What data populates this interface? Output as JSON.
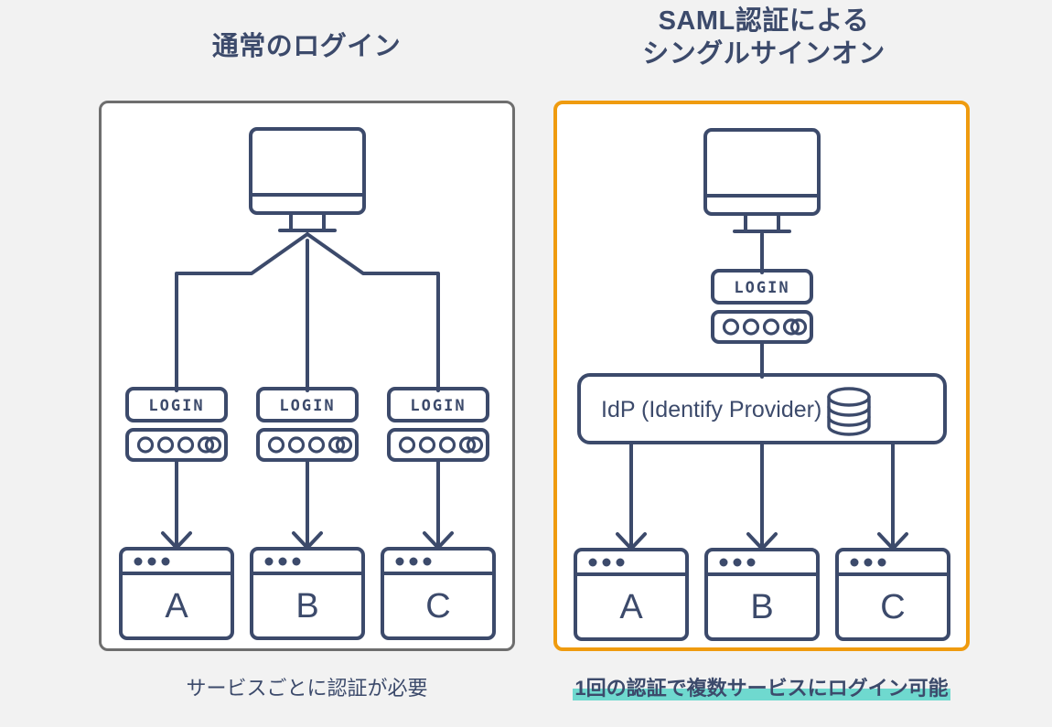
{
  "page": {
    "background_color": "#f2f2f2",
    "ink_color": "#3c4a6b",
    "accent_color": "#ef9b0f",
    "highlight_color": "#6fd9cf",
    "panel_border_left": "#6e6e6e"
  },
  "left": {
    "title": "通常のログイン",
    "caption": "サービスごとに認証が必要",
    "login_boxes": [
      {
        "label": "LOGIN",
        "dots": 5
      },
      {
        "label": "LOGIN",
        "dots": 5
      },
      {
        "label": "LOGIN",
        "dots": 5
      }
    ],
    "services": [
      {
        "letter": "A",
        "dots": 3
      },
      {
        "letter": "B",
        "dots": 3
      },
      {
        "letter": "C",
        "dots": 3
      }
    ]
  },
  "right": {
    "title_line1": "SAML認証による",
    "title_line2": "シングルサインオン",
    "caption": "1回の認証で複数サービスにログイン可能",
    "login_box": {
      "label": "LOGIN",
      "dots": 5
    },
    "idp": {
      "label": "IdP (Identify Provider)",
      "icon": "database-icon"
    },
    "services": [
      {
        "letter": "A",
        "dots": 3
      },
      {
        "letter": "B",
        "dots": 3
      },
      {
        "letter": "C",
        "dots": 3
      }
    ]
  },
  "icons": {
    "monitor": "monitor-icon",
    "browser_window": "browser-window-icon",
    "database": "database-icon",
    "arrow": "arrow-down-icon"
  }
}
